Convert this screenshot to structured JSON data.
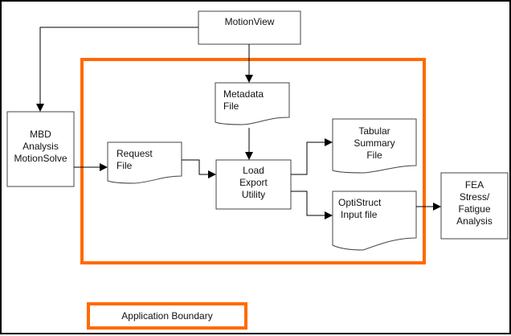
{
  "diagram": {
    "nodes": {
      "motionview": {
        "label": "MotionView"
      },
      "mbd": {
        "lines": [
          "MBD",
          "Analysis",
          "MotionSolve"
        ]
      },
      "metadata": {
        "lines": [
          "Metadata",
          "File"
        ]
      },
      "request": {
        "lines": [
          "Request",
          "File"
        ]
      },
      "load_export": {
        "lines": [
          "Load",
          "Export",
          "Utility"
        ]
      },
      "tabular": {
        "lines": [
          "Tabular",
          "Summary",
          "File"
        ]
      },
      "optistruct": {
        "lines": [
          "OptiStruct",
          "Input file"
        ]
      },
      "fea": {
        "lines": [
          "FEA",
          "Stress/",
          "Fatigue",
          "Analysis"
        ]
      }
    },
    "legend": {
      "label": "Application Boundary"
    },
    "colors": {
      "boundary": "#ff6a00",
      "line": "#000000"
    }
  }
}
